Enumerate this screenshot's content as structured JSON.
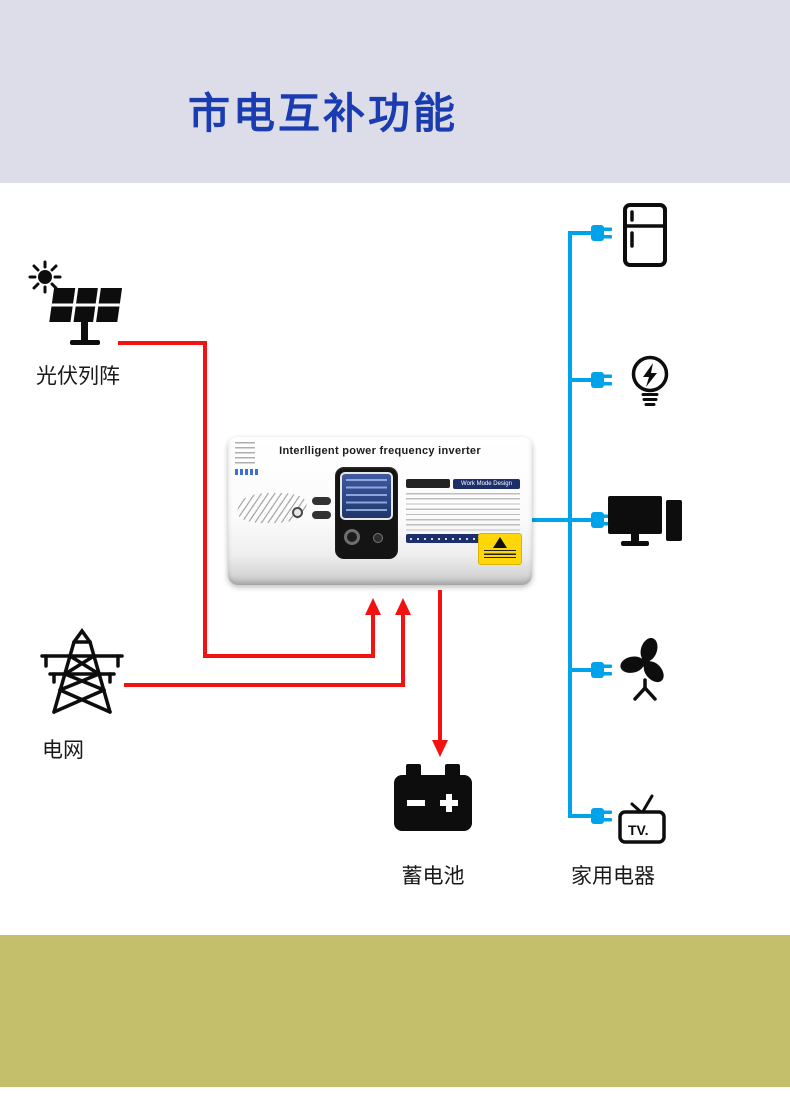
{
  "header": {
    "title": "市电互补功能"
  },
  "nodes": {
    "pv": {
      "label": "光伏列阵"
    },
    "grid": {
      "label": "电网"
    },
    "battery": {
      "label": "蓄电池",
      "minus": "−",
      "plus": "+"
    },
    "appliances": {
      "label": "家用电器",
      "tv_text": "TV."
    }
  },
  "inverter": {
    "title": "Interlligent power frequency inverter",
    "work_mode_label": "Work Mode Design"
  },
  "colors": {
    "header_band": "#dcdde9",
    "footer_band": "#c4bf6a",
    "title_blue": "#1a3cb0",
    "wire_red": "#f31212",
    "wire_blue": "#00a2e9",
    "icon_black": "#0d0d0d",
    "warning_yellow": "#ffd60a"
  }
}
